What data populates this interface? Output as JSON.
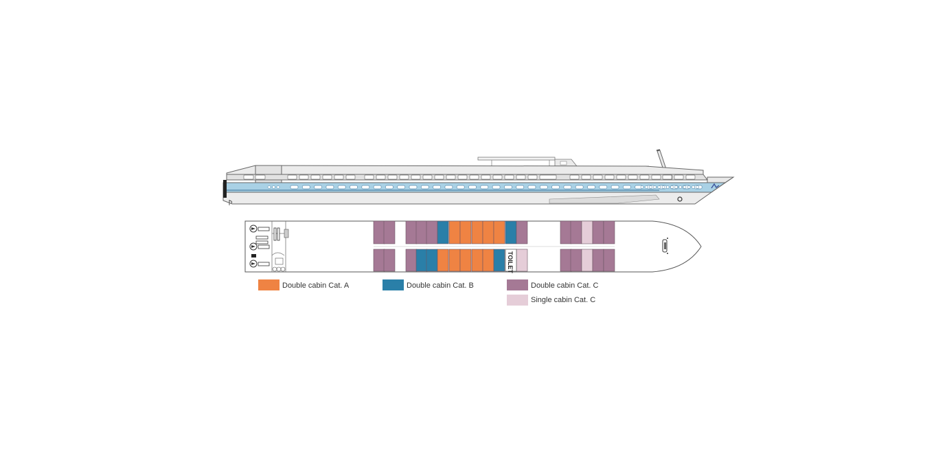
{
  "colors": {
    "cat_a": "#ef8343",
    "cat_b": "#2a7fa8",
    "cat_c": "#a57995",
    "single_c": "#e5cdd8",
    "hull_blue": "#a9d1e5",
    "superstructure": "#e4e4e4",
    "outline": "#666666"
  },
  "deck": {
    "toilet_label": "TOILET"
  },
  "legend": [
    {
      "key": "cat_a",
      "label": "Double cabin Cat. A"
    },
    {
      "key": "cat_b",
      "label": "Double cabin Cat. B"
    },
    {
      "key": "cat_c",
      "label": "Double cabin Cat. C"
    },
    {
      "key": "single_c",
      "label": "Single cabin Cat. C"
    }
  ],
  "cabins": {
    "top_row": [
      "cat_c",
      "cat_c",
      "cat_c",
      "cat_c",
      "cat_c",
      "cat_b",
      "cat_a",
      "cat_a",
      "cat_a",
      "cat_a",
      "cat_a",
      "cat_b",
      "cat_c",
      "cat_c",
      "cat_c",
      "single_c",
      "cat_c",
      "cat_c"
    ],
    "bottom_row": [
      "cat_c",
      "cat_c",
      "cat_c",
      "cat_b",
      "cat_b",
      "cat_a",
      "cat_a",
      "cat_a",
      "cat_a",
      "cat_a",
      "cat_b",
      "single_c",
      "cat_c",
      "cat_c",
      "single_c",
      "cat_c",
      "cat_c"
    ]
  }
}
